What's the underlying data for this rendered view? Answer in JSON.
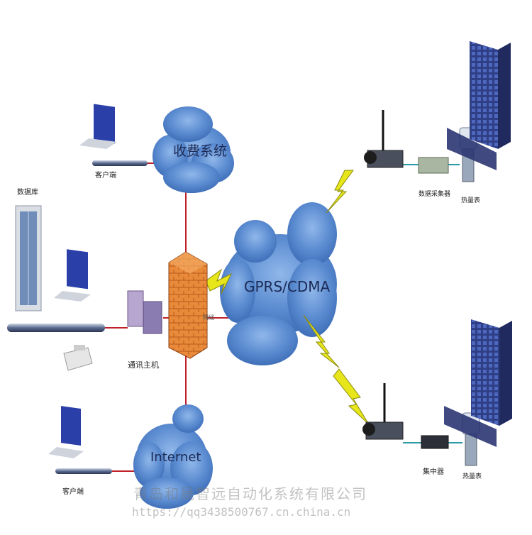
{
  "clouds": {
    "billing": "收费系统",
    "gprs": "GPRS/CDMA",
    "internet": "Internet"
  },
  "labels": {
    "client_top": "客户端",
    "database": "数据库",
    "comm_host": "通讯主机",
    "client_bottom": "客户端",
    "firewall_tag": "网线",
    "data_collector": "数据采集器",
    "heat_meter_top": "热量表",
    "concentrator": "集中器",
    "heat_meter_bottom": "热量表"
  },
  "watermark": {
    "company": "青岛和晟智远自动化系统有限公司",
    "url": "https://qq3438500767.cn.china.cn"
  },
  "colors": {
    "cloud": "#4f7fc4",
    "link_red": "#c0202a",
    "lightning": "#e6e61a",
    "firewall": "#e07a2a",
    "building": "#3b4f9a",
    "monitor": "#2a3fa8"
  }
}
